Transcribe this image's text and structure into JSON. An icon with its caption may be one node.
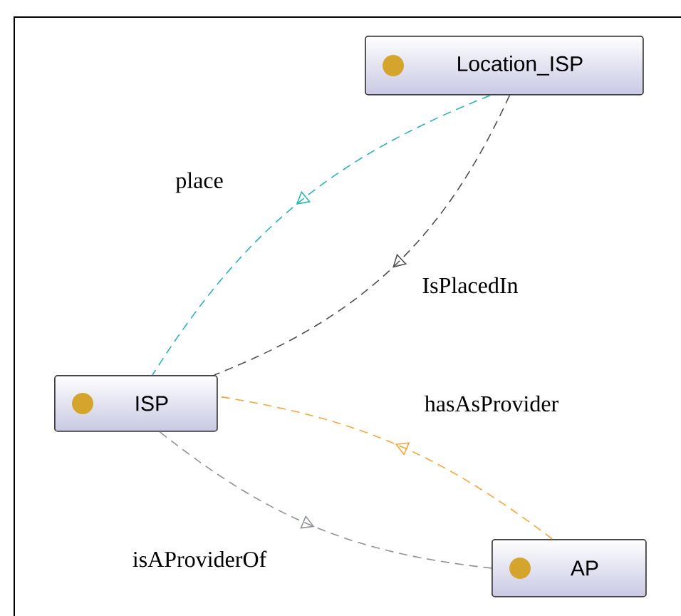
{
  "diagram": {
    "nodes": [
      {
        "text": [
          "Location_ISP"
        ]
      },
      {
        "text": [
          "ISP"
        ]
      },
      {
        "text": [
          "AP"
        ]
      }
    ],
    "edges": [
      {
        "from": 0,
        "to": 1,
        "arrow": "to",
        "label": "place",
        "style": "dashed",
        "color": "#2ab3b3"
      },
      {
        "from": 0,
        "to": 1,
        "arrow": "to",
        "label": "IsPlacedIn",
        "style": "dashed",
        "color": "#505050"
      },
      {
        "from": 2,
        "to": 1,
        "arrow": "to",
        "label": "hasAsProvider",
        "style": "dashed",
        "color": "#f7a43a"
      },
      {
        "from": 1,
        "to": 2,
        "arrow": "to",
        "label": "isAProviderOf",
        "style": "dashed",
        "color": "#8c939b"
      }
    ]
  }
}
